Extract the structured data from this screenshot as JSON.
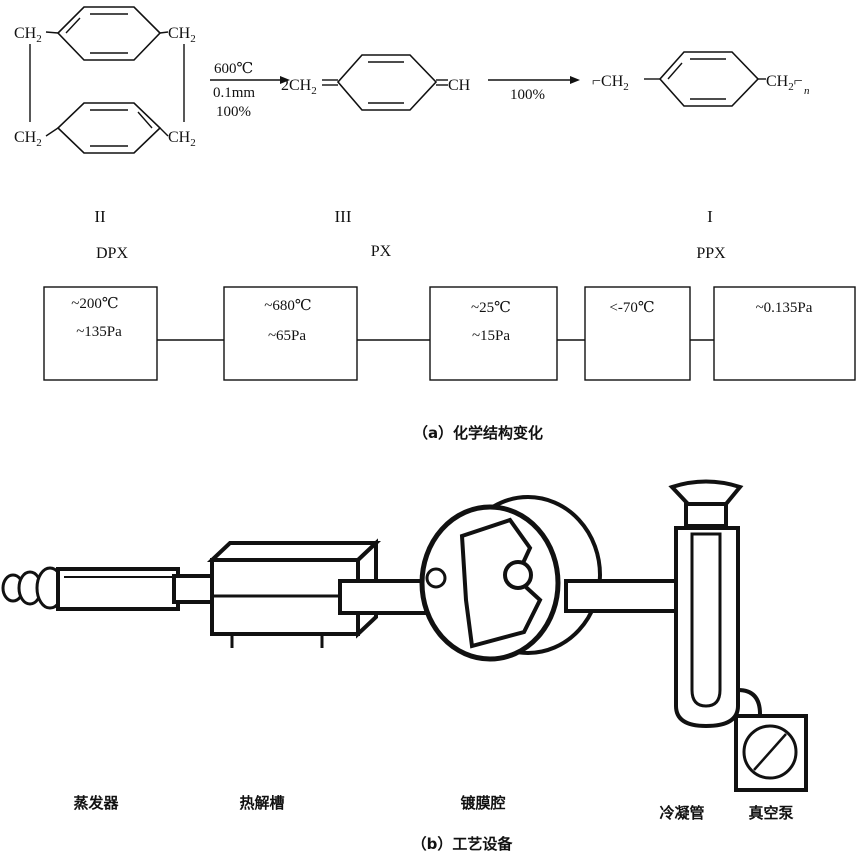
{
  "reaction": {
    "dpx_label_top": "CH",
    "dpx_label_bottom": "CH",
    "sub2": "2",
    "arrow1_cond1": "600℃",
    "arrow1_cond2": "0.1mm",
    "arrow1_cond3": "100%",
    "px_left": "2CH",
    "px_left_tail": "=",
    "px_right": "=CH",
    "arrow2_cond": "100%",
    "ppx_left": "⌐CH",
    "ppx_right": "CH",
    "ppx_close": "⌐",
    "ppx_n": "n"
  },
  "compounds": [
    {
      "numeral": "II",
      "name": "DPX"
    },
    {
      "numeral": "III",
      "name": "PX"
    },
    {
      "numeral": "I",
      "name": "PPX"
    }
  ],
  "stages": [
    {
      "line1": "~200℃",
      "line2": "~135Pa"
    },
    {
      "line1": "~680℃",
      "line2": "~65Pa"
    },
    {
      "line1": "~25℃",
      "line2": "~15Pa"
    },
    {
      "line1": "<-70℃",
      "line2": ""
    },
    {
      "line1": "~0.135Pa",
      "line2": ""
    }
  ],
  "caption_a": "（a）化学结构变化",
  "equipment": [
    {
      "label": "蒸发器"
    },
    {
      "label": "热解槽"
    },
    {
      "label": "镀膜腔"
    },
    {
      "label": "冷凝管"
    },
    {
      "label": "真空泵"
    }
  ],
  "caption_b": "（b）工艺设备"
}
